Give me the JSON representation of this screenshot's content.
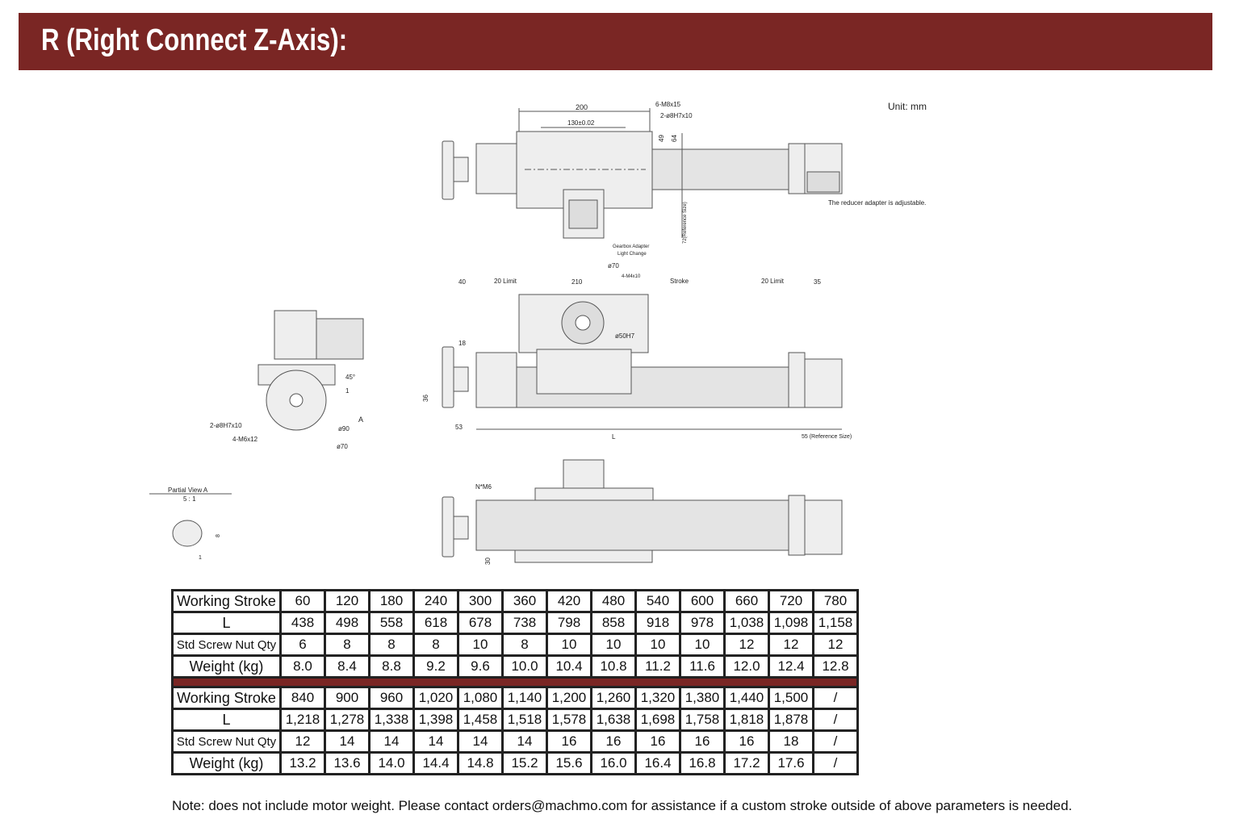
{
  "header": {
    "title": "R (Right Connect Z-Axis):"
  },
  "drawing": {
    "unit": "Unit: mm",
    "top_view": {
      "dim_200": "200",
      "dim_130": "130±0.02",
      "m8": "6-M8x15",
      "pin": "2-ø8H7x10",
      "d49": "49",
      "d64": "64",
      "d72": "72(Reference Size)",
      "reducer_note": "The reducer adapter is adjustable.",
      "gearbox1": "Gearbox Adapter",
      "gearbox2": "Light Change"
    },
    "front_view": {
      "d40": "40",
      "lim1": "20 Limit",
      "d210": "210",
      "phi70": "ø70",
      "m4": "4-M4x10",
      "stroke": "Stroke",
      "lim2": "20 Limit",
      "d35": "35",
      "phi50": "ø50H7",
      "d18": "18",
      "d36": "36",
      "d53": "53",
      "L": "L",
      "d55": "55 (Reference Size)"
    },
    "side_view": {
      "pin": "2-ø8H7x10",
      "m6": "4-M6x12",
      "deg": "45°",
      "A": "A",
      "phi90": "ø90",
      "phi70": "ø70",
      "one": "1"
    },
    "partial": {
      "title": "Partial View A",
      "scale": "5 : 1",
      "d8": "8",
      "d1": "1"
    },
    "bottom_view": {
      "nm6": "N*M6",
      "d30": "30"
    }
  },
  "table": {
    "blocks": [
      {
        "rows": [
          {
            "label": "Working Stroke",
            "values": [
              "60",
              "120",
              "180",
              "240",
              "300",
              "360",
              "420",
              "480",
              "540",
              "600",
              "660",
              "720",
              "780"
            ]
          },
          {
            "label": "L",
            "values": [
              "438",
              "498",
              "558",
              "618",
              "678",
              "738",
              "798",
              "858",
              "918",
              "978",
              "1,038",
              "1,098",
              "1,158"
            ]
          },
          {
            "label": "Std Screw Nut Qty",
            "values": [
              "6",
              "8",
              "8",
              "8",
              "10",
              "8",
              "10",
              "10",
              "10",
              "10",
              "12",
              "12",
              "12"
            ]
          },
          {
            "label": "Weight (kg)",
            "values": [
              "8.0",
              "8.4",
              "8.8",
              "9.2",
              "9.6",
              "10.0",
              "10.4",
              "10.8",
              "11.2",
              "11.6",
              "12.0",
              "12.4",
              "12.8"
            ]
          }
        ]
      },
      {
        "rows": [
          {
            "label": "Working Stroke",
            "values": [
              "840",
              "900",
              "960",
              "1,020",
              "1,080",
              "1,140",
              "1,200",
              "1,260",
              "1,320",
              "1,380",
              "1,440",
              "1,500",
              "/"
            ]
          },
          {
            "label": "L",
            "values": [
              "1,218",
              "1,278",
              "1,338",
              "1,398",
              "1,458",
              "1,518",
              "1,578",
              "1,638",
              "1,698",
              "1,758",
              "1,818",
              "1,878",
              "/"
            ]
          },
          {
            "label": "Std Screw Nut Qty",
            "values": [
              "12",
              "14",
              "14",
              "14",
              "14",
              "14",
              "16",
              "16",
              "16",
              "16",
              "16",
              "18",
              "/"
            ]
          },
          {
            "label": "Weight (kg)",
            "values": [
              "13.2",
              "13.6",
              "14.0",
              "14.4",
              "14.8",
              "15.2",
              "15.6",
              "16.0",
              "16.4",
              "16.8",
              "17.2",
              "17.6",
              "/"
            ]
          }
        ]
      }
    ]
  },
  "note": "Note: does not include motor weight. Please contact orders@machmo.com for assistance if a custom stroke outside of above parameters is needed."
}
